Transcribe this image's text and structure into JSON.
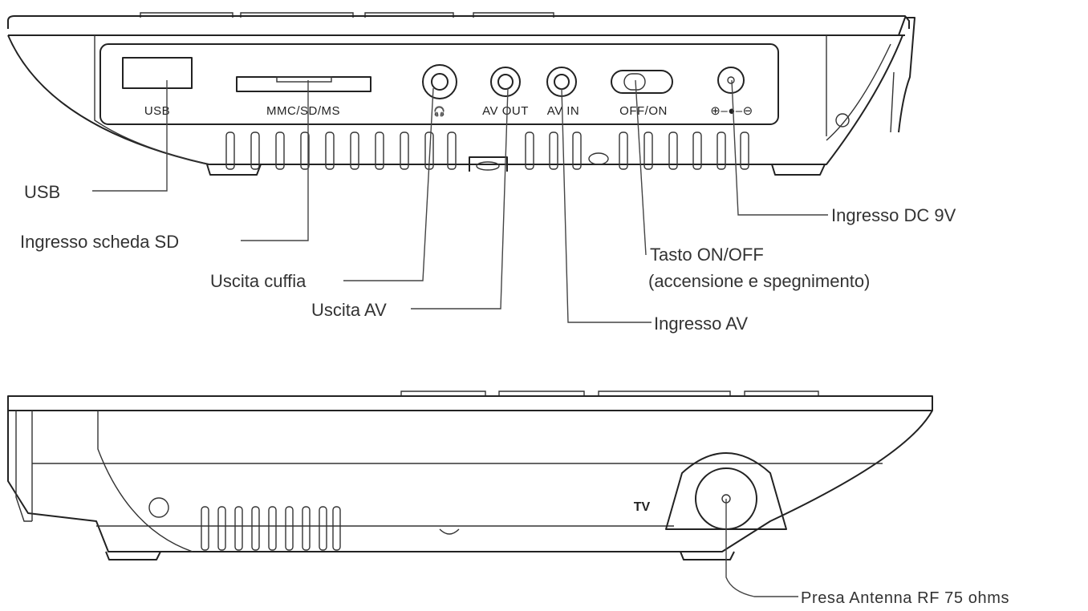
{
  "panel_labels": {
    "usb": "USB",
    "card_slot": "MMC/SD/MS",
    "headphone_symbol": "🎧",
    "av_out": "AV OUT",
    "av_in": "AV IN",
    "off_on": "OFF/ON",
    "dc_polarity": "⊕–●–⊖",
    "tv": "TV"
  },
  "callouts": {
    "usb": "USB",
    "sd_card": "Ingresso scheda SD",
    "headphone": "Uscita cuffia",
    "av_out": "Uscita AV",
    "av_in": "Ingresso AV",
    "power_key_line1": "Tasto ON/OFF",
    "power_key_line2": "(accensione e spegnimento)",
    "dc_in": "Ingresso DC 9V",
    "antenna": "Presa Antenna RF 75 ohms"
  },
  "colors": {
    "line": "#222222",
    "text": "#333333",
    "background": "#ffffff"
  }
}
